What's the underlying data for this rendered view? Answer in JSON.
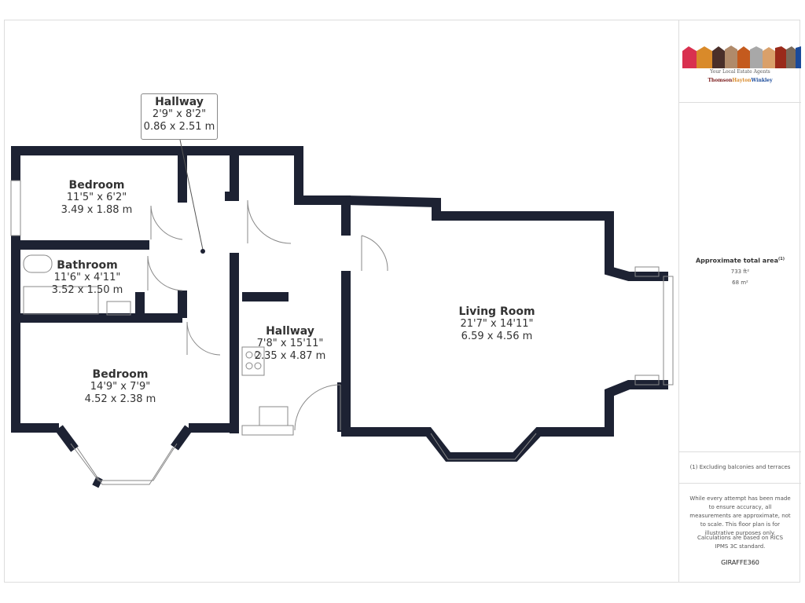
{
  "rooms": [
    {
      "name": "Bedroom",
      "imperial": "11'5\" x 6'2\"",
      "metric": "3.49 x 1.88 m"
    },
    {
      "name": "Bathroom",
      "imperial": "11'6\" x 4'11\"",
      "metric": "3.52 x 1.50 m"
    },
    {
      "name": "Bedroom",
      "imperial": "14'9\" x 7'9\"",
      "metric": "4.52 x 2.38 m"
    },
    {
      "name": "Hallway",
      "imperial": "7'8\" x 15'11\"",
      "metric": "2.35 x 4.87 m"
    },
    {
      "name": "Living Room",
      "imperial": "21'7\" x 14'11\"",
      "metric": "6.59 x 4.56 m"
    },
    {
      "name": "Hallway",
      "imperial": "2'9\" x 8'2\"",
      "metric": "0.86 x 2.51 m"
    }
  ],
  "panel": {
    "logo_tagline": "Your Local Estate Agents",
    "logo_brand": [
      "Thomson",
      "Hayton",
      "Winkley"
    ],
    "area_title": "Approximate total area",
    "area_note_mark": "(1)",
    "area_ft": "733 ft²",
    "area_m": "68 m²",
    "footnote": "(1) Excluding balconies and terraces",
    "disclaimer": "While every attempt has been made to ensure accuracy, all measurements are approximate, not to scale. This floor plan is for illustrative purposes only.",
    "calc": "Calculations are based on RICS IPMS 3C standard.",
    "brand": "GIRAFFE360"
  },
  "colors": {
    "wall": "#1d2233",
    "logo": [
      "#d9304f",
      "#d98a2a",
      "#4a2f2a",
      "#b08a6a",
      "#c45a1e",
      "#9a2a1a",
      "#a8a8a8",
      "#d9a06a",
      "#7a2a1a",
      "#9a6a4a",
      "#1a4a9a"
    ]
  }
}
